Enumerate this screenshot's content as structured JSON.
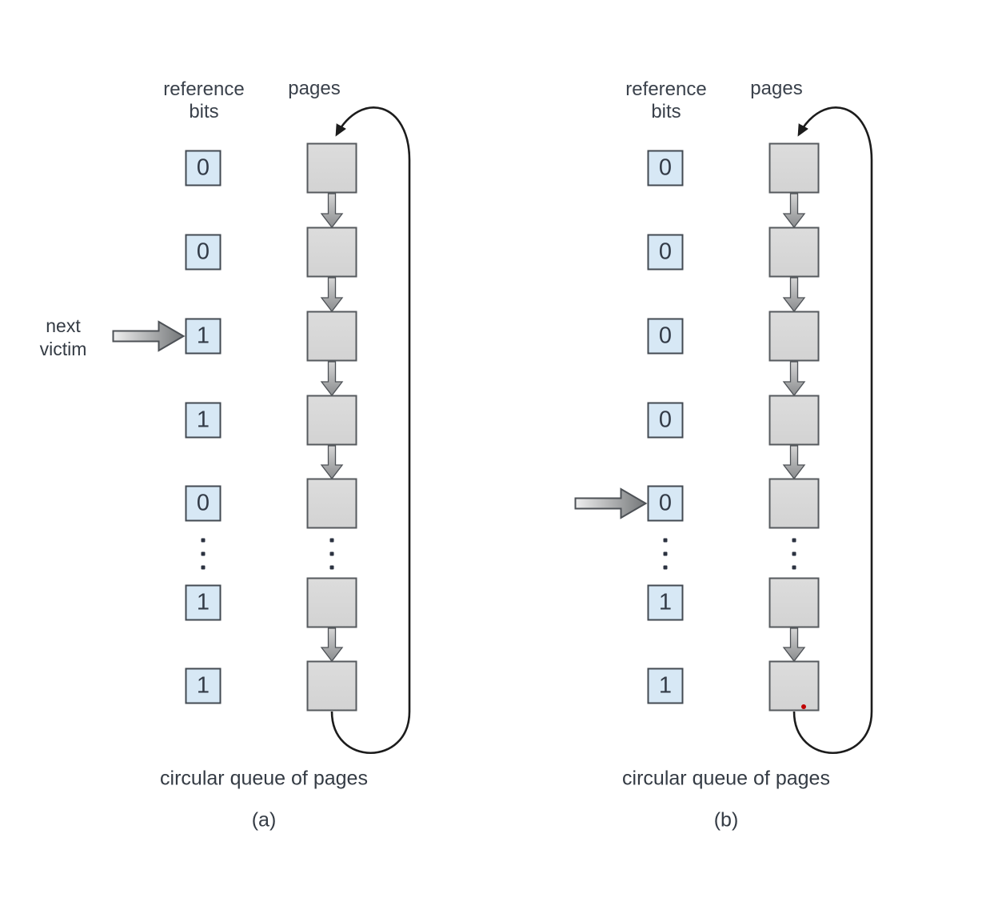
{
  "figure": {
    "panels": [
      {
        "id": "a",
        "reference_bits_lines": [
          "reference",
          "bits"
        ],
        "pages_label": "pages",
        "bits": [
          "0",
          "0",
          "1",
          "1",
          "0",
          "⋮",
          "1",
          "1"
        ],
        "pointer": {
          "row": 2,
          "label_lines": [
            "next",
            "victim"
          ]
        },
        "caption": "circular queue of pages",
        "tag": "(a)"
      },
      {
        "id": "b",
        "reference_bits_lines": [
          "reference",
          "bits"
        ],
        "pages_label": "pages",
        "bits": [
          "0",
          "0",
          "0",
          "0",
          "0",
          "⋮",
          "1",
          "1"
        ],
        "pointer": {
          "row": 4,
          "label_lines": []
        },
        "caption": "circular queue of pages",
        "tag": "(b)"
      }
    ],
    "colors": {
      "bit_box_fill": "#d7e8f5",
      "bit_box_border": "#434a52",
      "page_box_fill": "#d8d8d8",
      "page_box_border": "#565a5e",
      "loop_stroke": "#1c1c1c",
      "arrow_outline": "#4d5156",
      "red_dot": "#c00000",
      "text": "#343b44"
    },
    "red_dot": {
      "panel_index": 1
    }
  }
}
